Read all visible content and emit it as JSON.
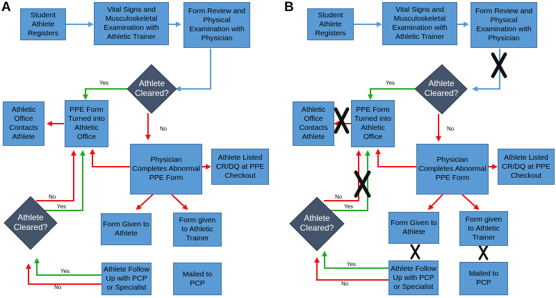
{
  "panels": [
    {
      "letter": "A",
      "nodes": {
        "register": "Student Athlete Registers",
        "vitals": "Vital Signs and Musculoskeletal Examination with Athletic Trainer",
        "review": "Form Review and Physical Examination with Physician",
        "cleared_top": "Athlete Cleared?",
        "ppe_turned": "PPE Form Turned into Athletic Office",
        "office_contacts": "Athletic Office Contacts Athlete",
        "physician_abnormal": "Physician Completes Abnormal PPE Form",
        "listed": "Athlete Listed CR/DQ at PPE Checkout",
        "cleared_bottom": "Athlete Cleared?",
        "form_athlete": "Form Given to Athlete",
        "form_trainer": "Form given to Athletic Trainer",
        "follow_up": "Athlete Follow Up with PCP or Specialist",
        "mailed": "Mailed to PCP"
      },
      "edge_labels": {
        "yes_top": "Yes",
        "no_top": "No",
        "no_bottom": "No",
        "yes_bottom": "Yes",
        "yes_follow": "Yes",
        "no_follow": "No"
      }
    },
    {
      "letter": "B",
      "nodes": {
        "register": "Student Athlete Registers",
        "vitals": "Vital Signs and Musculoskeletal Examination with Athletic Trainer",
        "review": "Form Review and Physical Examination with Physician",
        "cleared_top": "Athlete Cleared?",
        "ppe_turned": "PPE Form Turned into Athletic Office",
        "office_contacts": "Athletic Office Contacts Athlete",
        "physician_abnormal": "Physician Completes Abnormal PPE Form",
        "listed": "Athlete Listed CR/DQ at PPE Checkout",
        "cleared_bottom": "Athlete Cleared?",
        "form_athlete": "Form Given to Athlete",
        "form_trainer": "Form given to Athletic Trainer",
        "follow_up": "Athlete Follow Up with PCP or Specialist",
        "mailed": "Mailed to PCP"
      },
      "edge_labels": {
        "yes_top": "Yes",
        "no_top": "No",
        "no_bottom": "No",
        "yes_bottom": "Yes",
        "yes_follow": "Yes",
        "no_follow": "No"
      }
    }
  ]
}
